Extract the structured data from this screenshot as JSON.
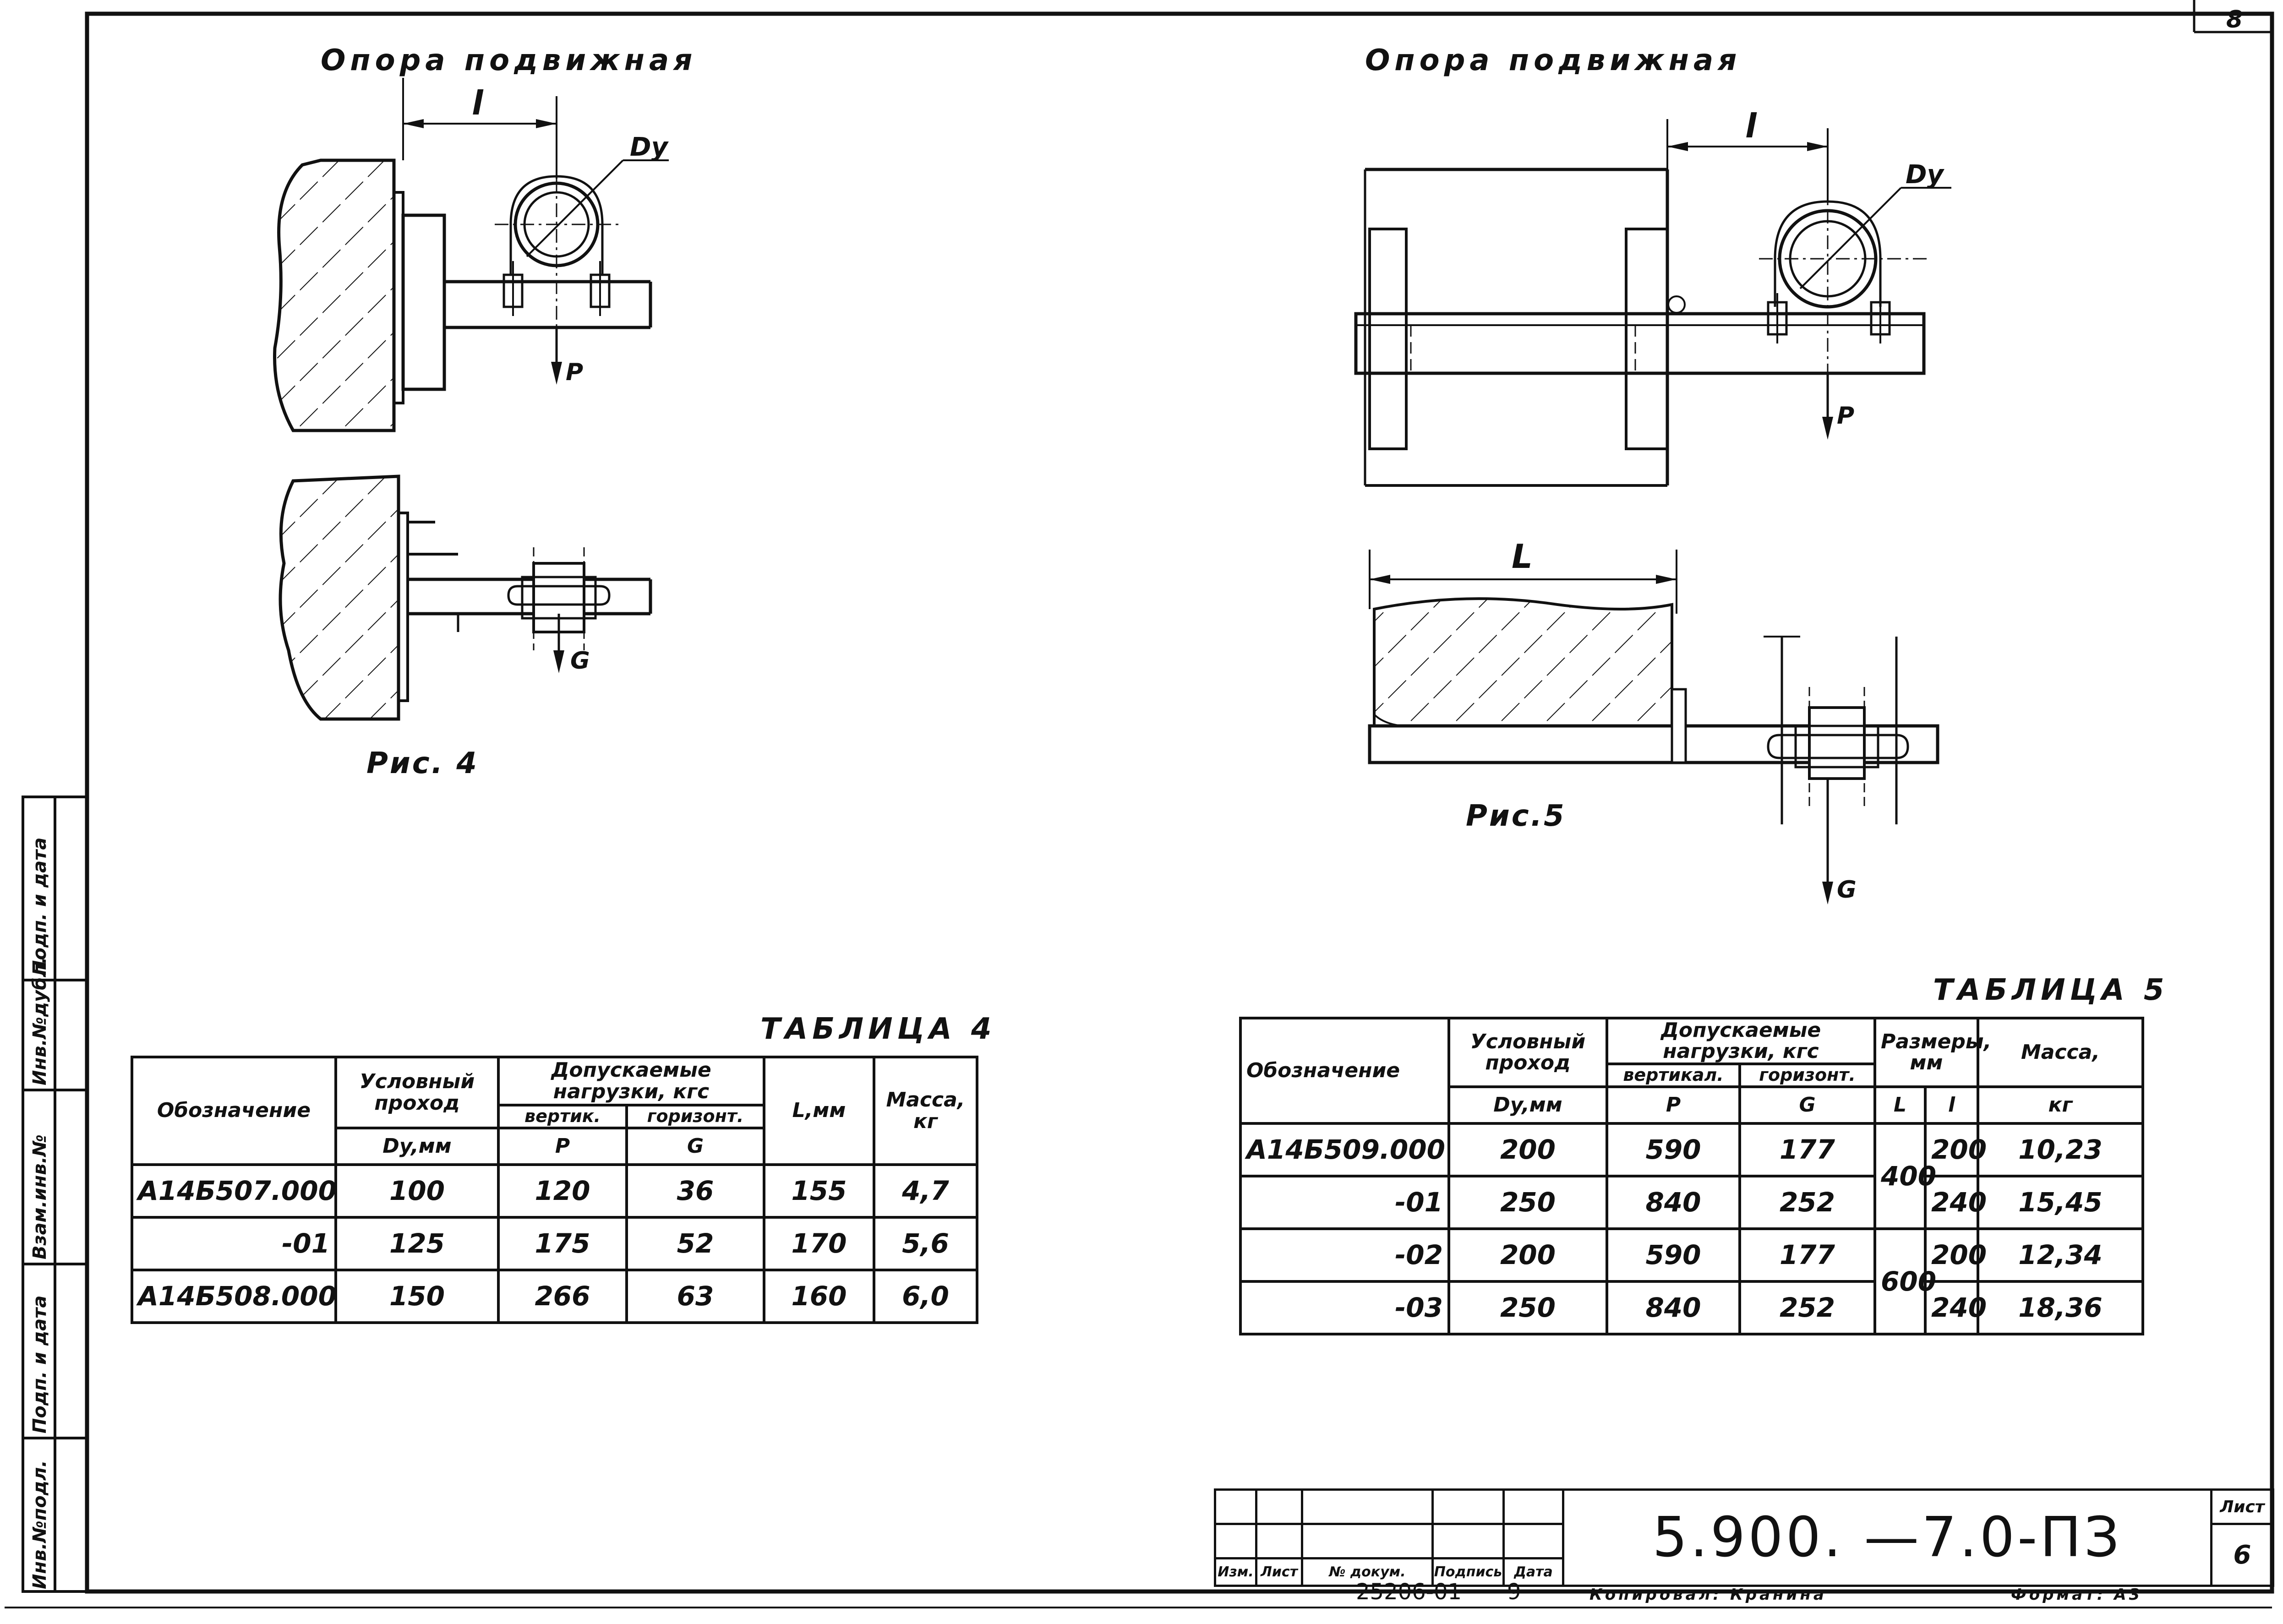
{
  "sheet": {
    "corner_number": "8",
    "side_labels": [
      "Инв.№подл.",
      "Подп. и дата",
      "Взам.инв.№",
      "Инв.№дубл.",
      "Подп. и дата"
    ]
  },
  "figure4": {
    "title": "Опора подвижная",
    "caption": "Рис. 4",
    "label_l": "l",
    "label_dy": "Dy",
    "label_p": "P",
    "label_g": "G"
  },
  "figure5": {
    "title": "Опора подвижная",
    "caption": "Рис.5",
    "label_l": "l",
    "label_L": "L",
    "label_dy": "Dy",
    "label_p": "P",
    "label_g": "G"
  },
  "table4": {
    "title": "ТАБЛИЦА 4",
    "headers": {
      "designation": "Обозначение",
      "nominal_bore": "Условный проход",
      "nominal_bore_unit": "Dy,мм",
      "loads": "Допускаемые нагрузки, кгс",
      "vertical": "вертик.",
      "horizontal": "горизонт.",
      "p": "P",
      "g": "G",
      "length": "L,мм",
      "mass": "Масса, кг"
    },
    "rows": [
      {
        "designation": "А14Б507.000",
        "dy": "100",
        "p": "120",
        "g": "36",
        "l": "155",
        "mass": "4,7"
      },
      {
        "designation": "-01",
        "dy": "125",
        "p": "175",
        "g": "52",
        "l": "170",
        "mass": "5,6"
      },
      {
        "designation": "А14Б508.000",
        "dy": "150",
        "p": "266",
        "g": "63",
        "l": "160",
        "mass": "6,0"
      }
    ]
  },
  "table5": {
    "title": "ТАБЛИЦА 5",
    "headers": {
      "designation": "Обозначение",
      "nominal_bore": "Условный проход",
      "nominal_bore_unit": "Dy,мм",
      "loads": "Допускаемые нагрузки, кгс",
      "vertical": "вертикал.",
      "horizontal": "горизонт.",
      "p": "P",
      "g": "G",
      "dims": "Размеры, мм",
      "L": "L",
      "l": "l",
      "mass": "Масса,",
      "mass_unit": "кг"
    },
    "rows": [
      {
        "designation": "А14Б509.000",
        "dy": "200",
        "p": "590",
        "g": "177",
        "l": "200",
        "mass": "10,23"
      },
      {
        "designation": "-01",
        "dy": "250",
        "p": "840",
        "g": "252",
        "l": "240",
        "mass": "15,45"
      },
      {
        "designation": "-02",
        "dy": "200",
        "p": "590",
        "g": "177",
        "l": "200",
        "mass": "12,34"
      },
      {
        "designation": "-03",
        "dy": "250",
        "p": "840",
        "g": "252",
        "l": "240",
        "mass": "18,36"
      }
    ],
    "L_groups": [
      "400",
      "600"
    ]
  },
  "title_block": {
    "code": "5.900. —7.0-ПЗ",
    "sheet_label": "Лист",
    "sheet_number": "6",
    "columns": [
      "Изм.",
      "Лист",
      "№ докум.",
      "Подпись",
      "Дата"
    ],
    "archive_number": "25206-01",
    "archive_page": "9",
    "copied_by": "Копировал: Кранина",
    "format": "Формат: А3"
  }
}
